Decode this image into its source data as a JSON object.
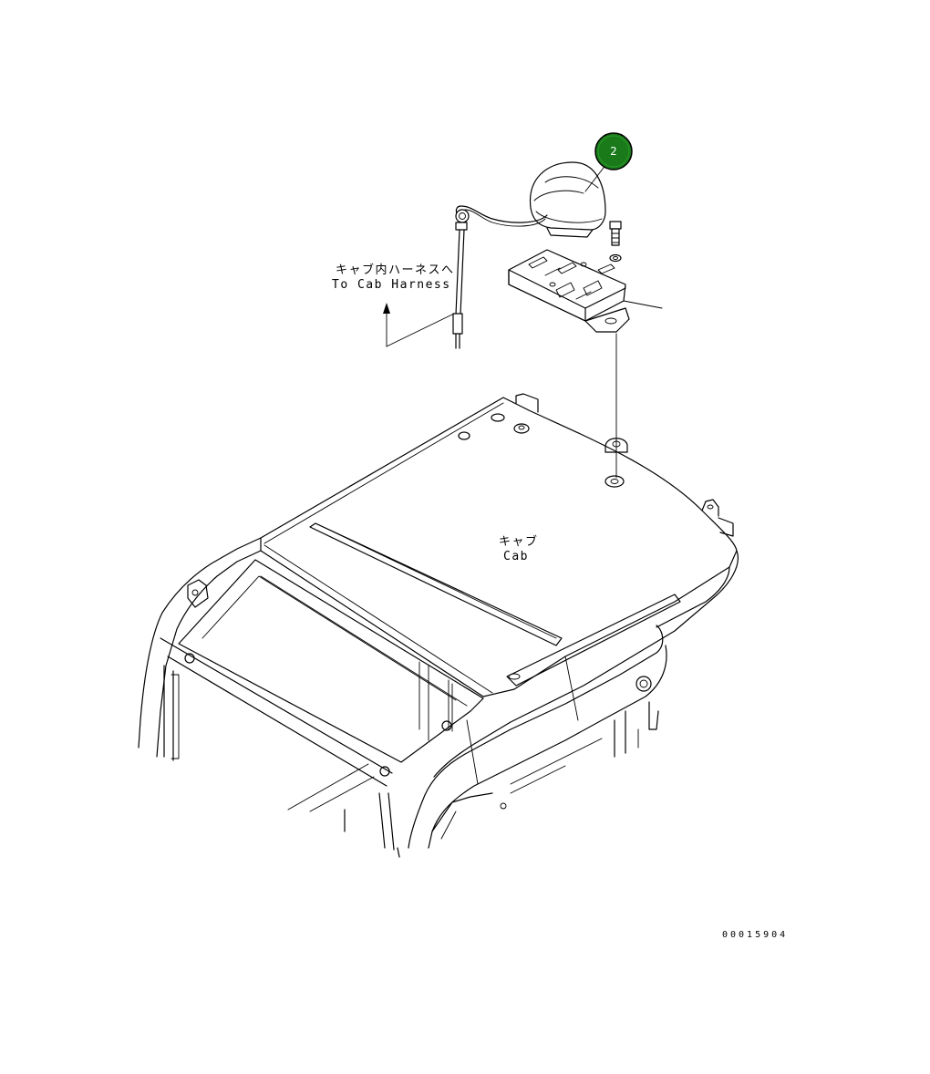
{
  "labels": {
    "harness_jp": "キャブ内ハーネスへ",
    "harness_en": "To Cab Harness",
    "cab_jp": "キャブ",
    "cab_en": "Cab"
  },
  "callouts": [
    {
      "number": "2",
      "color": "#1a7a1a"
    }
  ],
  "document_number": "00015904",
  "colors": {
    "line": "#000000",
    "background": "#ffffff",
    "callout_fill": "#1a7a1a"
  }
}
